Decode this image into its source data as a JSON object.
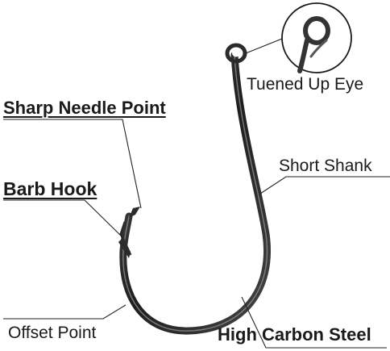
{
  "labels": {
    "tuened_up_eye": "Tuened Up Eye",
    "sharp_needle_point": "Sharp Needle Point",
    "short_shank": "Short Shank",
    "barb_hook": "Barb Hook",
    "offset_point": "Offset Point",
    "high_carbon_steel": "High Carbon Steel"
  },
  "colors": {
    "hook_steel": "#2b2b2b",
    "leader_line": "#222222",
    "text": "#1a1a1a"
  }
}
